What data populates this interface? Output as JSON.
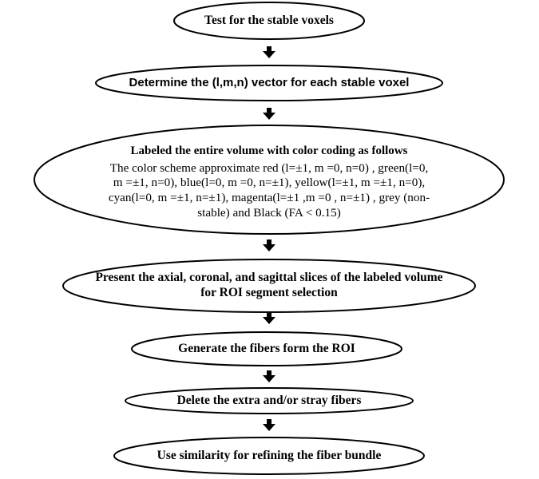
{
  "flowchart": {
    "steps": [
      {
        "label": "Test for the stable voxels"
      },
      {
        "label": "Determine the (l,m,n) vector for each stable voxel"
      },
      {
        "heading": "Labeled the entire volume with color coding as follows",
        "body": "The color scheme approximate red (l=±1, m =0, n=0) , green(l=0, m =±1, n=0), blue(l=0, m =0, n=±1), yellow(l=±1, m =±1, n=0), cyan(l=0, m =±1, n=±1), magenta(l=±1 ,m =0 , n=±1) , grey (non-stable) and Black (FA < 0.15)"
      },
      {
        "label": "Present the axial, coronal, and sagittal slices of the labeled volume for ROI segment selection"
      },
      {
        "label": "Generate the fibers form the ROI"
      },
      {
        "label": "Delete the extra and/or stray fibers"
      },
      {
        "label": "Use similarity for refining the fiber bundle"
      }
    ]
  }
}
